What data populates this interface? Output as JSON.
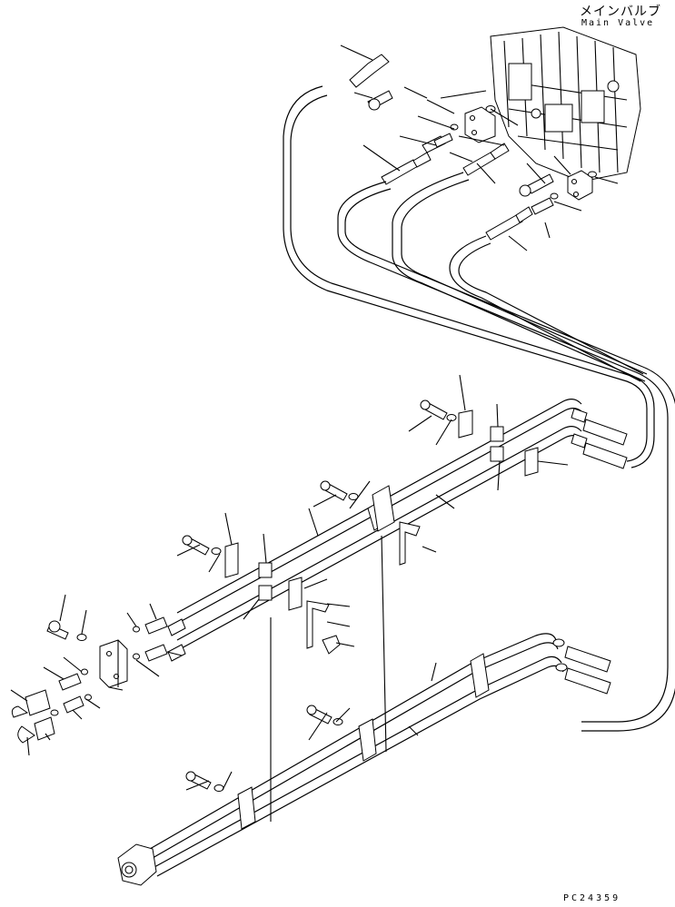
{
  "diagram": {
    "title_jp": "メインバルブ",
    "title_en": "Main Valve",
    "drawing_code": "PC24359"
  },
  "colors": {
    "ink": "#000000",
    "paper": "#ffffff"
  }
}
